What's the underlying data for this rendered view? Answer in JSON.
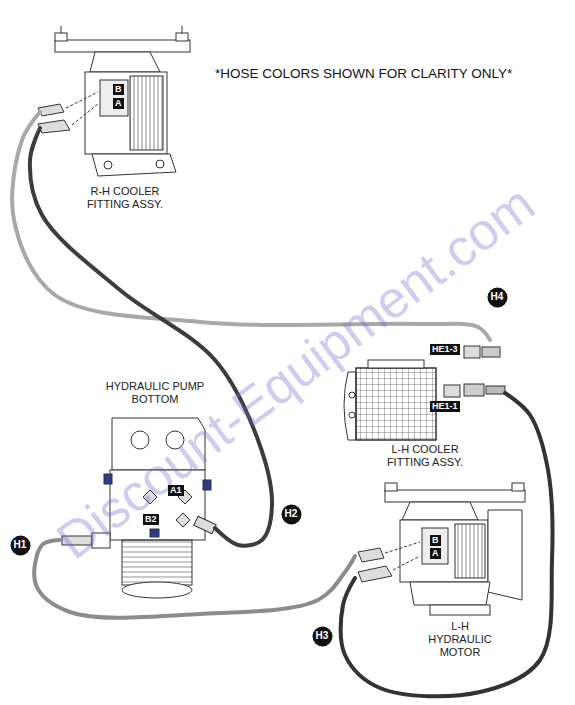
{
  "diagram": {
    "nodes": [
      {
        "text": [
          "R-H COOLER FITTING ASSY."
        ]
      },
      {
        "text": [
          "B"
        ],
        "in": 0
      },
      {
        "text": [
          "A"
        ],
        "in": 0
      },
      {
        "text": [
          "H4"
        ]
      },
      {
        "text": [
          "L-H COOLER FITTING ASSY."
        ]
      },
      {
        "text": [
          "HE1-3"
        ],
        "in": 4
      },
      {
        "text": [
          "HE1-1"
        ],
        "in": 4
      },
      {
        "text": [
          "HYDRAULIC PUMP BOTTOM"
        ]
      },
      {
        "text": [
          "A1"
        ],
        "in": 7
      },
      {
        "text": [
          "B2"
        ],
        "in": 7
      },
      {
        "text": [
          "H2"
        ]
      },
      {
        "text": [
          "H1"
        ]
      },
      {
        "text": [
          "L-H HYDRAULIC MOTOR"
        ]
      },
      {
        "text": [
          "B"
        ],
        "in": 12
      },
      {
        "text": [
          "A"
        ],
        "in": 12
      },
      {
        "text": [
          "H3"
        ]
      }
    ],
    "edges": [
      {
        "from": 0,
        "to": 4,
        "arrow": "none"
      },
      {
        "from": 0,
        "to": 7,
        "arrow": "none"
      },
      {
        "from": 7,
        "to": 12,
        "arrow": "none"
      },
      {
        "from": 12,
        "to": 4,
        "arrow": "none"
      }
    ],
    "labels": [
      "*HOSE COLORS SHOWN FOR CLARITY ONLY*",
      "Discount-Equipment.com"
    ]
  }
}
